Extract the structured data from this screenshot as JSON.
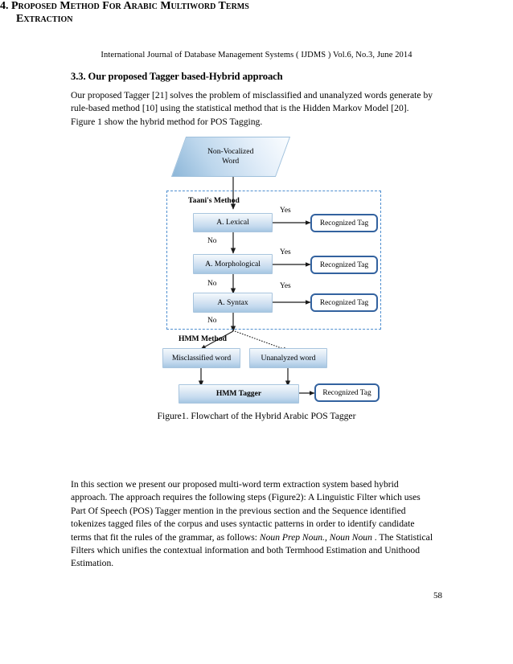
{
  "document": {
    "running_header": "International Journal of Database Management Systems ( IJDMS ) Vol.6, No.3, June 2014",
    "page_number": "58"
  },
  "section_3_3": {
    "heading": "3.3. Our proposed Tagger based-Hybrid approach",
    "paragraph_line_1": "Our proposed Tagger [21] solves the problem of misclassified and unanalyzed words generate by",
    "paragraph_line_2": "rule-based method [10] using the statistical method that is the Hidden Markov Model [20].",
    "paragraph_line_3": "Figure 1 show the hybrid method for POS Tagging."
  },
  "figure": {
    "caption": "Figure1. Flowchart of the Hybrid Arabic POS Tagger",
    "group_taani_label": "Taani's Method",
    "group_hmm_label": "HMM Method",
    "nodes": {
      "start": "Non-Vocalized\nWord",
      "start_line1": "Non-Vocalized",
      "start_line2": "Word",
      "lexical": "A. Lexical",
      "morphological": "A. Morphological",
      "syntax": "A. Syntax",
      "recognized_tag_1": "Recognized Tag",
      "recognized_tag_2": "Recognized Tag",
      "recognized_tag_3": "Recognized Tag",
      "recognized_tag_4": "Recognized Tag",
      "misclassified": "Misclassified word",
      "unanalyzed": "Unanalyzed word",
      "hmm_tagger": "HMM Tagger"
    },
    "edge_labels": {
      "yes_1": "Yes",
      "yes_2": "Yes",
      "yes_3": "Yes",
      "no_1": "No",
      "no_2": "No",
      "no_3": "No"
    },
    "colors": {
      "process_fill_light": "#f4f9fd",
      "process_fill_dark": "#a6c6e2",
      "process_border": "#a9c5de",
      "tag_border": "#33629f",
      "tag_fill": "#ffffff",
      "dashed_border": "#4f8fd0",
      "arrow": "#1a1a1a"
    }
  },
  "section_4": {
    "heading_number": "4.",
    "heading_line_1": "Proposed Method For Arabic Multiword Terms",
    "heading_line_2": "Extraction",
    "paragraph": {
      "line_1": "In this section we present our proposed multi-word term extraction system based hybrid",
      "line_2": "approach. The approach requires the following steps (Figure2): A Linguistic Filter which uses",
      "line_3": "Part Of Speech (POS) Tagger mention in the previous section and the Sequence identified",
      "line_4": "tokenizes tagged files of the corpus and uses syntactic patterns in order to identify candidate",
      "line_5_a": "terms that fit the rules of the grammar, as follows: ",
      "line_5_italic": "Noun Prep Noun., Noun Noun",
      "line_5_b": " . The Statistical",
      "line_6": "Filters which unifies the contextual information and both Termhood Estimation and Unithood",
      "line_7": "Estimation."
    }
  }
}
